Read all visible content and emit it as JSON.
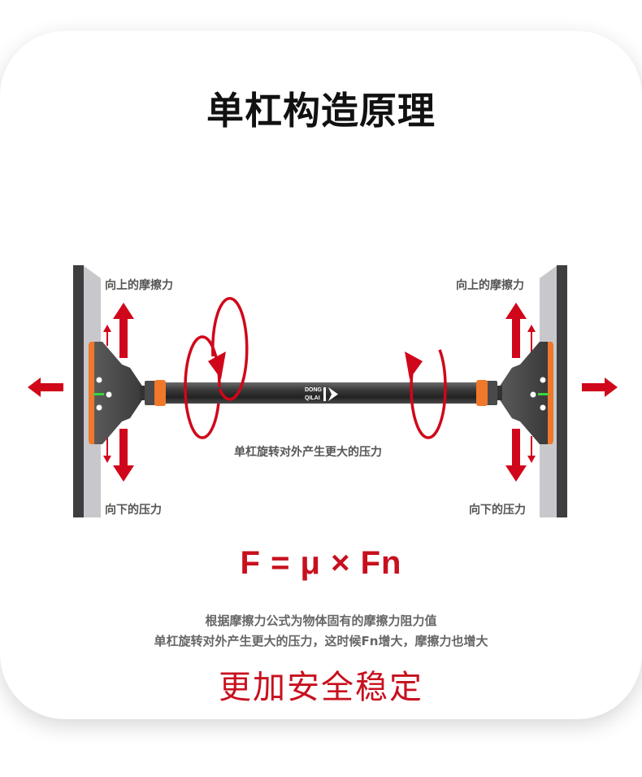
{
  "title": "单杠构造原理",
  "diagram": {
    "labels": {
      "left_up": "向上的摩擦力",
      "left_down": "向下的压力",
      "right_up": "向上的摩擦力",
      "right_down": "向下的压力",
      "rotation": "单杠旋转对外产生更大的压力"
    },
    "logo": {
      "line1": "DONG",
      "line2": "QILAI"
    },
    "colors": {
      "arrow_red": "#d0071a",
      "pad_orange": "#f0782a",
      "indicator_green": "#3bd43b",
      "wall_dark": "#3e3e40",
      "wall_light": "#c8c8cc",
      "bar_dark": "#2b2b2b"
    }
  },
  "formula": "F = μ × Fn",
  "description": {
    "line1": "根据摩擦力公式为物体固有的摩擦力阻力值",
    "line2": "单杠旋转对外产生更大的压力，这时候Fn增大，摩擦力也增大"
  },
  "footer": "更加安全稳定"
}
